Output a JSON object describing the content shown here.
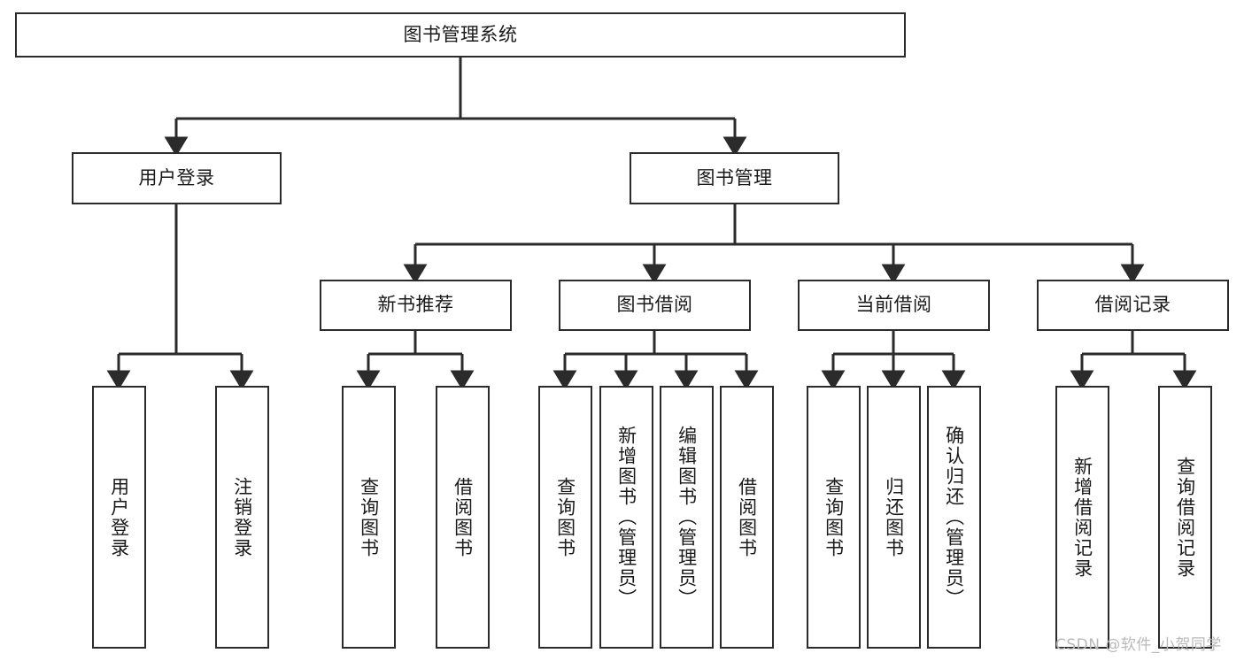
{
  "diagram": {
    "title": "图书管理系统",
    "type": "tree",
    "background": "#ffffff",
    "border_color": "#2b2b2b",
    "text_color": "#1a1a1a"
  },
  "root": {
    "label": "图书管理系统"
  },
  "level2": [
    {
      "label": "用户登录"
    },
    {
      "label": "图书管理"
    }
  ],
  "level3": [
    {
      "label": "新书推荐"
    },
    {
      "label": "图书借阅"
    },
    {
      "label": "当前借阅"
    },
    {
      "label": "借阅记录"
    }
  ],
  "leaves": {
    "user_login": [
      {
        "label": "用户登录"
      },
      {
        "label": "注销登录"
      }
    ],
    "new_book_recommend": [
      {
        "label": "查询图书"
      },
      {
        "label": "借阅图书"
      }
    ],
    "book_borrow": [
      {
        "label": "查询图书"
      },
      {
        "label": "新增图书（管理员）"
      },
      {
        "label": "编辑图书（管理员）"
      },
      {
        "label": "借阅图书"
      }
    ],
    "current_borrow": [
      {
        "label": "查询图书"
      },
      {
        "label": "归还图书"
      },
      {
        "label": "确认归还（管理员）"
      }
    ],
    "borrow_record": [
      {
        "label": "新增借阅记录"
      },
      {
        "label": "查询借阅记录"
      }
    ]
  },
  "watermark": {
    "text": "CSDN @软件_小贺同学"
  }
}
